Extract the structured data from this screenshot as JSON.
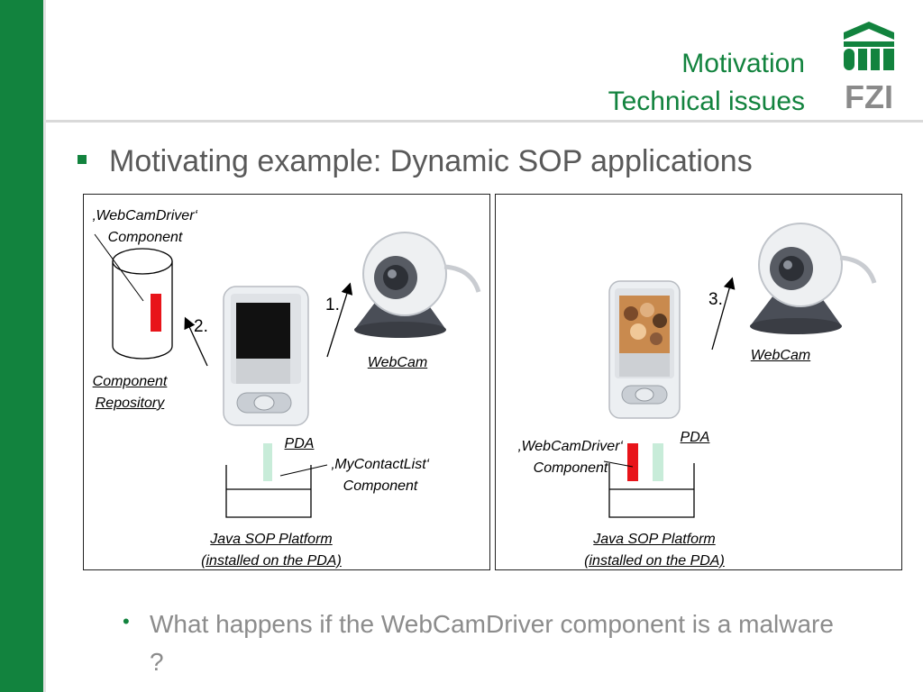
{
  "header": {
    "title_line1": "Motivation",
    "title_line2": "Technical issues",
    "logo_text": "FZI"
  },
  "main_bullet": "Motivating example: Dynamic SOP applications",
  "left_panel": {
    "webcamdriver_line1": "‚WebCamDriver‘",
    "webcamdriver_line2": "Component",
    "repo_line1": "Component",
    "repo_line2": "Repository",
    "step1": "1.",
    "step2": "2.",
    "webcam_label": "WebCam",
    "pda_label": "PDA",
    "mycontactlist_line1": "‚MyContactList‘",
    "mycontactlist_line2": "Component",
    "platform_line1": "Java SOP Platform",
    "platform_line2": "(installed on the PDA)"
  },
  "right_panel": {
    "step3": "3.",
    "webcam_label": "WebCam",
    "pda_label": "PDA",
    "webcamdriver_line1": "‚WebCamDriver‘",
    "webcamdriver_line2": "Component",
    "platform_line1": "Java SOP Platform",
    "platform_line2": "(installed on the PDA)"
  },
  "sub_bullet": "What happens if the WebCamDriver component is a malware ?",
  "colors": {
    "brand_green": "#12833e",
    "component_red": "#e8141a",
    "component_mint": "#c8ecd9"
  }
}
